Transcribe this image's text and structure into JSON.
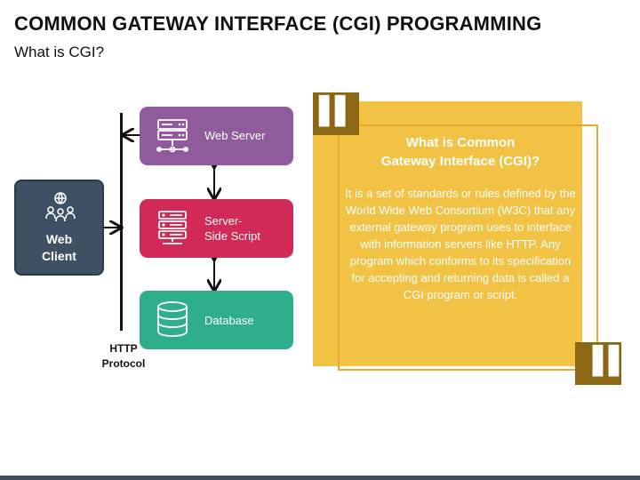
{
  "header": {
    "title": "COMMON GATEWAY INTERFACE (CGI) PROGRAMMING",
    "subtitle": "What is CGI?"
  },
  "diagram": {
    "client": {
      "label_line1": "Web",
      "label_line2": "Client",
      "icon": "users-network-icon",
      "color": "#3E5063"
    },
    "protocol": {
      "line1": "HTTP",
      "line2": "Protocol"
    },
    "nodes": [
      {
        "label_line1": "Web Server",
        "label_line2": "",
        "icon": "server-rack-icon",
        "color": "#8F5B9C"
      },
      {
        "label_line1": "Server-",
        "label_line2": "Side Script",
        "icon": "server-script-icon",
        "color": "#D12A57"
      },
      {
        "label_line1": "Database",
        "label_line2": "",
        "icon": "database-icon",
        "color": "#2FAE8D"
      }
    ]
  },
  "info_card": {
    "title_line1": "What is Common",
    "title_line2": "Gateway Interface (CGI)?",
    "body": "It is a set of standards or rules defined by the World Wide Web Consortium (W3C) that any external gateway program uses to interface with information servers like HTTP. Any program which conforms to its specification for accepting and returning data is called a CGI program or script.",
    "accent_color": "#F1C244",
    "quote_color": "#8C6713"
  }
}
